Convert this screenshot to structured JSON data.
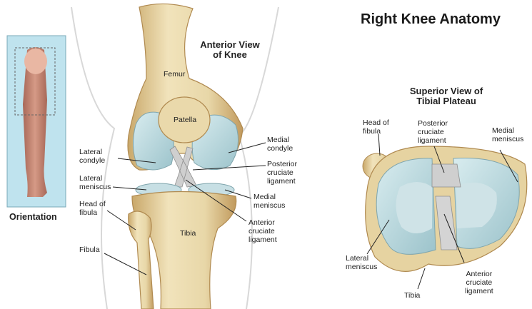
{
  "title": "Right Knee Anatomy",
  "orientation_label": "Orientation",
  "anterior_view": {
    "heading": "Anterior View\nof Knee",
    "labels": {
      "femur": "Femur",
      "patella": "Patella",
      "medial_condyle": "Medial\ncondyle",
      "lateral_condyle": "Lateral\ncondyle",
      "posterior_cruciate": "Posterior\ncruciate\nligament",
      "lateral_meniscus": "Lateral\nmeniscus",
      "medial_meniscus": "Medial\nmeniscus",
      "head_of_fibula": "Head of\nfibula",
      "anterior_cruciate": "Anterior\ncruciate\nligament",
      "tibia": "Tibia",
      "fibula": "Fibula"
    }
  },
  "superior_view": {
    "heading": "Superior View of\nTibial Plateau",
    "labels": {
      "head_of_fibula": "Head of\nfibula",
      "posterior_cruciate": "Posterior\ncruciate\nligament",
      "medial_meniscus": "Medial\nmeniscus",
      "lateral_meniscus": "Lateral\nmeniscus",
      "tibia": "Tibia",
      "anterior_cruciate": "Anterior\ncruciate\nligament"
    }
  },
  "colors": {
    "bone": "#e8d7a8",
    "bone_shadow": "#c9a86a",
    "cartilage": "#b9d6dc",
    "ligament": "#c8c8c8",
    "orientation_panel": "#bfe3ee",
    "skin": "#c98a78"
  }
}
